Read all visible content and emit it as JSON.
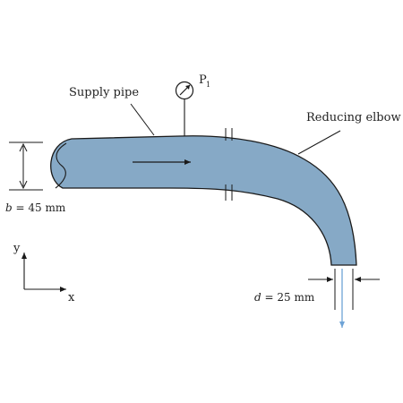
{
  "labels": {
    "supply_pipe": "Supply pipe",
    "reducing_elbow": "Reducing elbow",
    "pressure_gauge": "P",
    "pressure_gauge_subscript": "1",
    "inlet_dimension_var": "b",
    "inlet_dimension_value": " = 45 mm",
    "outlet_dimension_var": "d",
    "outlet_dimension_value": " = 25 mm",
    "axis_y": "y",
    "axis_x": "x"
  },
  "colors": {
    "pipe_fill": "#86a9c6",
    "outline": "#1a1a1a",
    "flow_arrow": "#1a1a1a",
    "outlet_jet": "#6ea3d6"
  }
}
